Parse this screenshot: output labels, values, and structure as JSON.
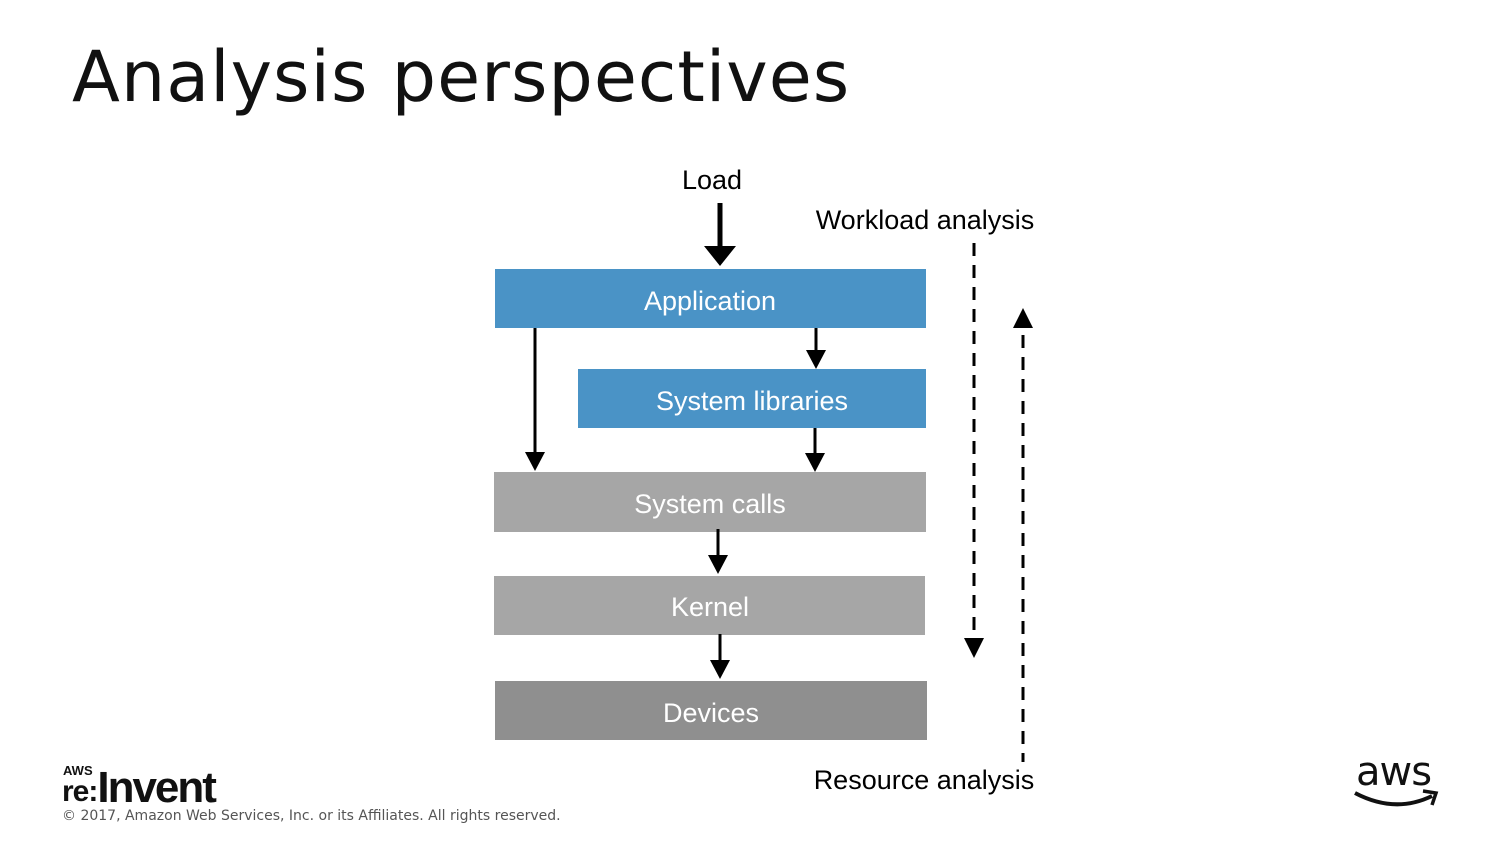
{
  "slide": {
    "title": "Analysis perspectives"
  },
  "diagram": {
    "load_label": "Load",
    "workload_label": "Workload analysis",
    "resource_label": "Resource analysis",
    "layers": [
      {
        "name": "application",
        "label": "Application",
        "color": "#4a93c6"
      },
      {
        "name": "system-libraries",
        "label": "System libraries",
        "color": "#4a93c6"
      },
      {
        "name": "system-calls",
        "label": "System calls",
        "color": "#a6a6a6"
      },
      {
        "name": "kernel",
        "label": "Kernel",
        "color": "#a6a6a6"
      },
      {
        "name": "devices",
        "label": "Devices",
        "color": "#8f8f8f"
      }
    ]
  },
  "footer": {
    "logo_aws": "AWS",
    "logo_re": "re:",
    "logo_invent": "Invent",
    "copyright": "© 2017, Amazon Web Services, Inc. or its Affiliates. All rights reserved.",
    "brand_logo": "aws"
  }
}
